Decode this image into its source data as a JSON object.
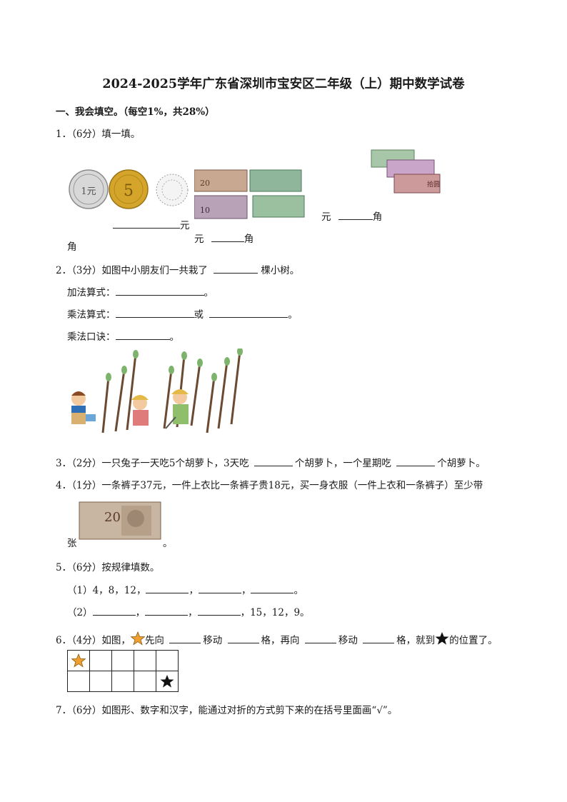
{
  "title": "2024-2025学年广东省深圳市宝安区二年级（上）期中数学试卷",
  "section1": {
    "heading": "一、我会填空。（每空1%，共28%）"
  },
  "q1": {
    "stem": "1．（6分）填一填。",
    "coin_label_1": "1元",
    "coin_label_5": "5",
    "unit_yuan": "元",
    "unit_jiao": "角",
    "note_20": "20",
    "note_10": "10",
    "note_jiao_text": "拾圆"
  },
  "q2": {
    "stem_a": "2．（3分）如图中小朋友们一共栽了",
    "stem_b": "棵小树。",
    "add_label": "加法算式：",
    "mul_label": "乘法算式：",
    "or": "或",
    "table_label": "乘法口诀：",
    "period": "。"
  },
  "q3": {
    "a": "3．（2分）一只兔子一天吃5个胡萝卜，3天吃",
    "b": "个胡萝卜，一个星期吃",
    "c": "个胡萝卜。"
  },
  "q4": {
    "text": "4．（1分）一条裤子37元，一件上衣比一条裤子贵18元，买一身衣服（一件上衣和一条裤子）至少带",
    "unit": "张",
    "end": "。",
    "note": "20"
  },
  "q5": {
    "stem": "5．（6分）按规律填数。",
    "p1_prefix": "（1）4，8，12，",
    "p2_prefix": "（2）",
    "p2_suffix": "，15，12，9。",
    "comma": "，",
    "period": "。"
  },
  "q6": {
    "a": "6．（4分）如图，",
    "b": "先向",
    "c": "移动",
    "d": "格，再向",
    "e": "移动",
    "f": "格，就到",
    "g": "的位置了。"
  },
  "q7": {
    "text": "7．（6分）如图形、数字和汉字，能通过对折的方式剪下来的在括号里面画“√”。"
  },
  "colors": {
    "star_orange": "#f0a030",
    "star_black": "#111111",
    "note_green": "#8fb59a",
    "note_red": "#c98a8a",
    "coin_gold": "#d4a52a",
    "coin_silver": "#cfcfcf"
  }
}
